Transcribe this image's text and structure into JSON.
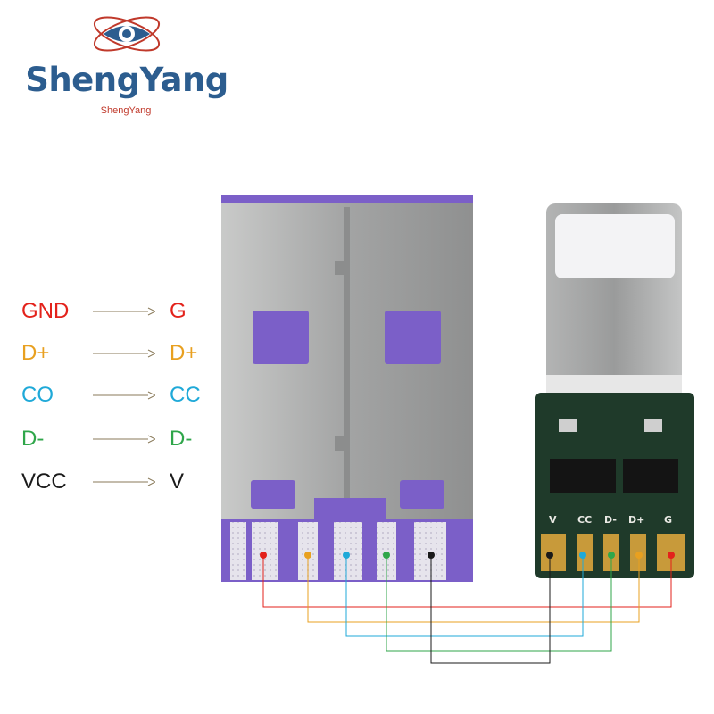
{
  "brand": {
    "name": "ShengYang",
    "subtitle": "ShengYang"
  },
  "pin_mapping": [
    {
      "from": "GND",
      "to": "G",
      "color": "#e3221b"
    },
    {
      "from": "D+",
      "to": "D+",
      "color": "#e8a020"
    },
    {
      "from": "CO",
      "to": "CC",
      "color": "#1fa9d8"
    },
    {
      "from": "D-",
      "to": "D-",
      "color": "#2fa64a"
    },
    {
      "from": "VCC",
      "to": "V",
      "color": "#1a1a1a"
    }
  ],
  "pcb_labels": [
    "V",
    "CC",
    "D-",
    "D+",
    "G"
  ],
  "colors": {
    "usb_purple": "#7b5fc8",
    "metal": "#a9aaaa",
    "pcb_green": "#1f3a2a",
    "gold_pad": "#c89a3a",
    "brand_blue": "#2c5d8f",
    "brand_red": "#c0392b"
  }
}
